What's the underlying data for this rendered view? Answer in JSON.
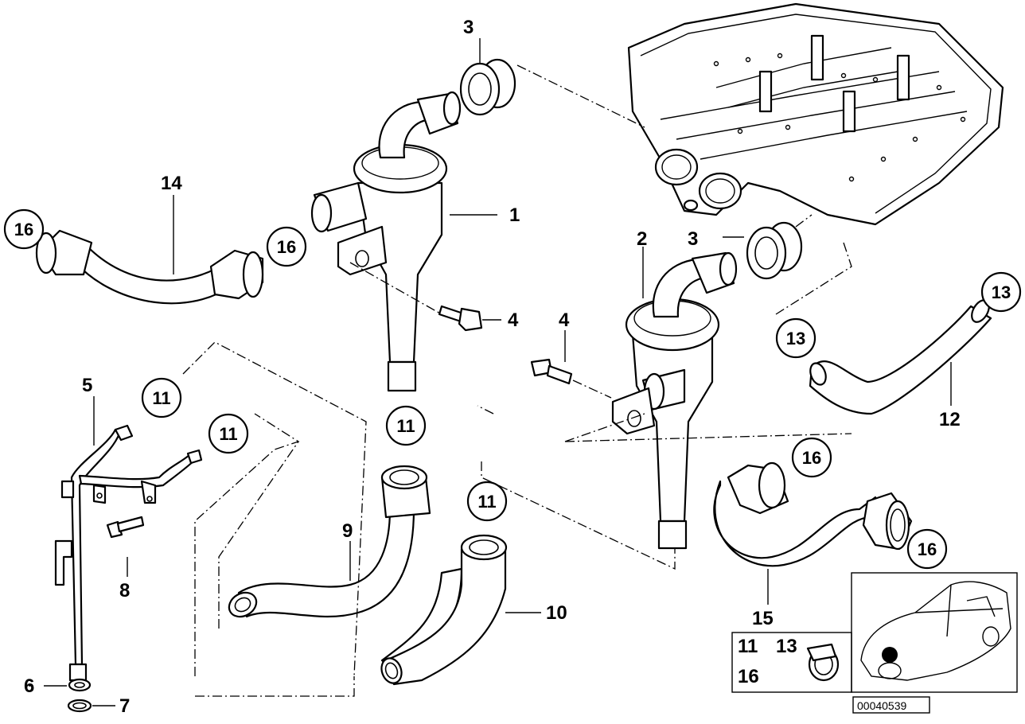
{
  "callouts": {
    "p1": "1",
    "p2": "2",
    "p3a": "3",
    "p3b": "3",
    "p4a": "4",
    "p4b": "4",
    "p5": "5",
    "p6": "6",
    "p7": "7",
    "p8": "8",
    "p9": "9",
    "p10": "10",
    "p11a": "11",
    "p11b": "11",
    "p11c": "11",
    "p11d": "11",
    "p12": "12",
    "p13a": "13",
    "p13b": "13",
    "p14": "14",
    "p15": "15",
    "p16a": "16",
    "p16b": "16",
    "p16c": "16",
    "p16d": "16"
  },
  "legend": {
    "items_left_top": "11",
    "items_left_top2": "13",
    "items_left_bottom": "16"
  },
  "reference_code": "00040539"
}
